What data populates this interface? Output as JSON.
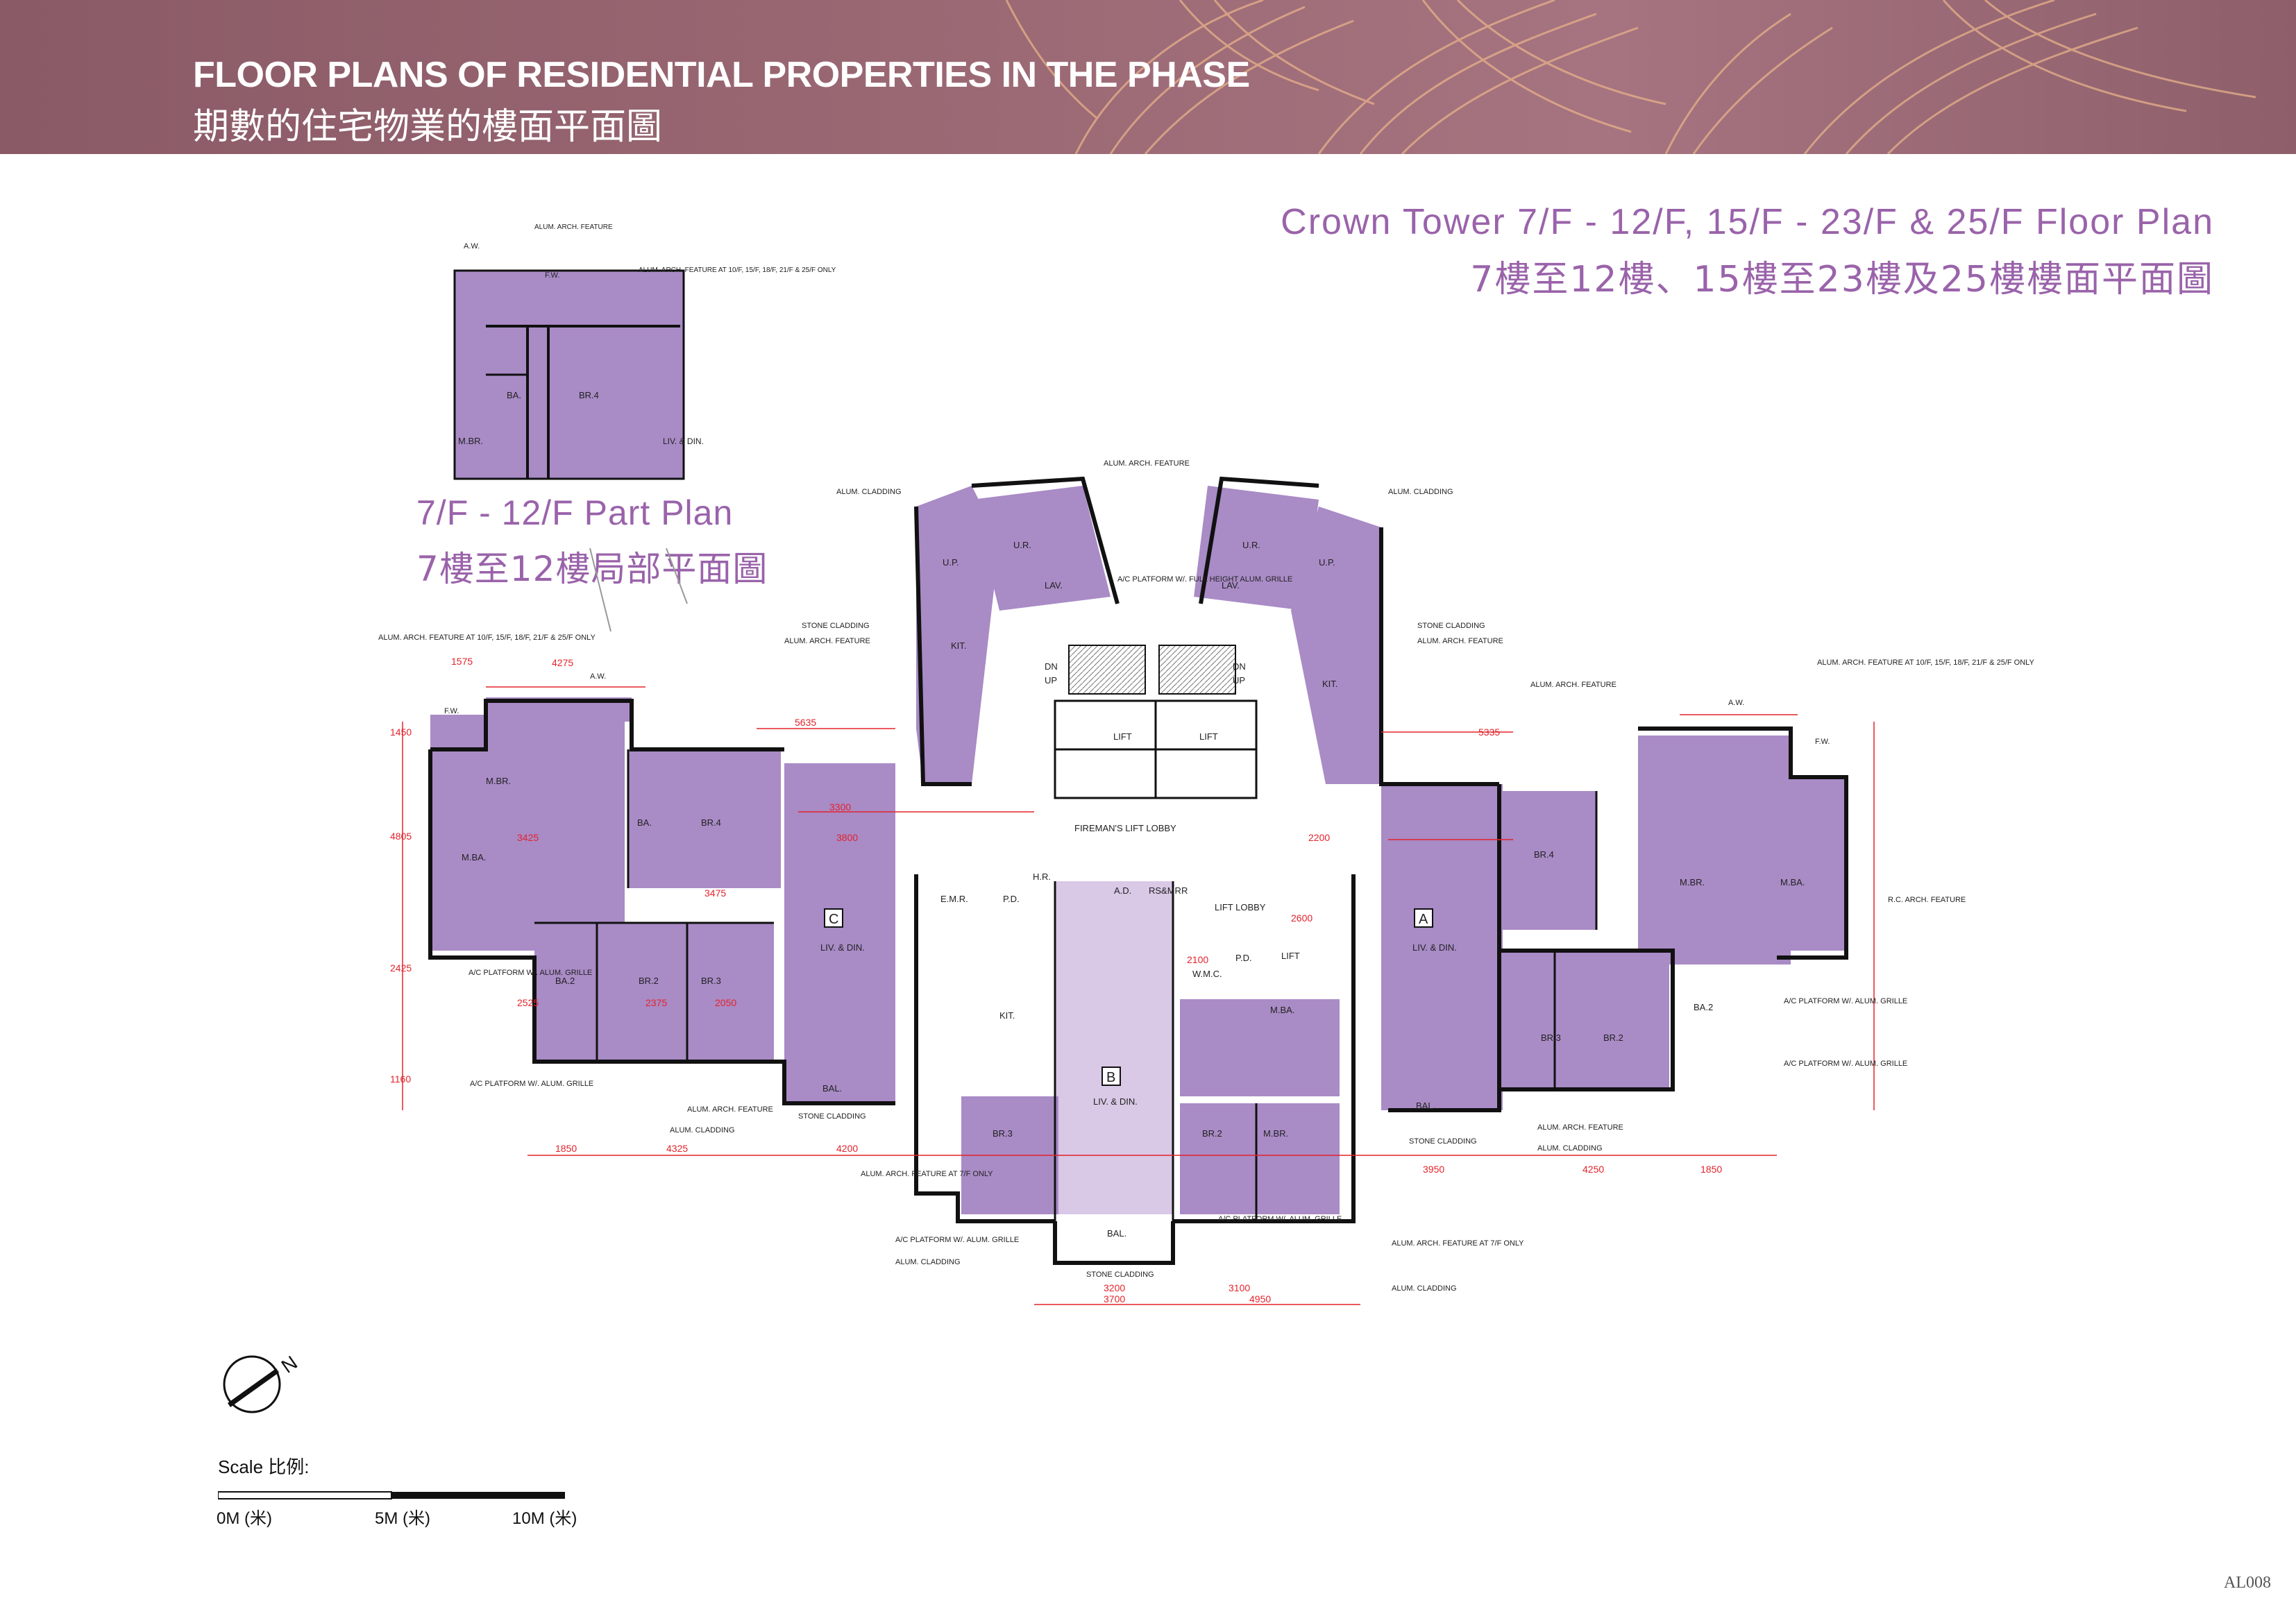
{
  "header": {
    "title_en": "FLOOR PLANS OF RESIDENTIAL PROPERTIES IN THE PHASE",
    "title_zh": "期數的住宅物業的樓面平面圖"
  },
  "plan_title": {
    "en": "Crown Tower  7/F - 12/F, 15/F - 23/F & 25/F Floor Plan",
    "zh": "7樓至12樓、15樓至23樓及25樓樓面平面圖"
  },
  "part_plan": {
    "en": "7/F - 12/F Part Plan",
    "zh": "7樓至12樓局部平面圖"
  },
  "units": [
    {
      "id": "unit-a",
      "label": "A"
    },
    {
      "id": "unit-b",
      "label": "B"
    },
    {
      "id": "unit-c",
      "label": "C"
    }
  ],
  "room_labels": {
    "mbr": "M.BR.",
    "mba": "M.BA.",
    "br2": "BR.2",
    "br3": "BR.3",
    "br4": "BR.4",
    "ba": "BA.",
    "ba2": "BA.2",
    "liv": "LIV. & DIN.",
    "bal": "BAL.",
    "kit": "KIT.",
    "lift": "LIFT",
    "lift_lobby": "LIFT LOBBY",
    "firemans_lobby": "FIREMAN'S LIFT LOBBY",
    "ur": "U.R.",
    "up": "U.P.",
    "lav": "LAV.",
    "emr": "E.M.R.",
    "pd": "P.D.",
    "ad": "A.D.",
    "rsmrr": "RS&MRR",
    "wmc": "W.M.C.",
    "hr": "H.R.",
    "dn": "DN",
    "upstair": "UP"
  },
  "annotations": {
    "alum_cladding": "ALUM. CLADDING",
    "alum_arch_feature": "ALUM. ARCH. FEATURE",
    "stone_cladding": "STONE CLADDING",
    "ac_platform": "A/C PLATFORM W/. ALUM. GRILLE",
    "fw": "F.W.",
    "aw": "A.W.",
    "rc_arch": "R.C. ARCH. FEATURE",
    "ac_full_height": "A/C PLATFORM W/. FULL HEIGHT ALUM. GRILLE",
    "alum_feature_floors": "ALUM. ARCH. FEATURE AT 10/F, 15/F, 18/F, 21/F & 25/F ONLY",
    "arch_feature_7f": "ALUM. ARCH. FEATURE AT 7/F ONLY",
    "stone_cladding_2": "STONE CLADDING"
  },
  "dimensions": {
    "top_row": [
      "1850",
      "4325",
      "4200",
      "3700",
      "4950",
      "3950",
      "4250",
      "1850"
    ],
    "left_col": [
      "1450",
      "4805",
      "2425",
      "1160"
    ],
    "sample": [
      "3300",
      "3800",
      "3425",
      "3475",
      "2050",
      "2375",
      "2525",
      "5335",
      "5635",
      "4275",
      "1575",
      "3200",
      "3100",
      "2200",
      "2600",
      "2100"
    ]
  },
  "scale": {
    "label": "Scale 比例:",
    "zero": "0M (米)",
    "five": "5M (米)",
    "ten": "10M (米)"
  },
  "north": "N",
  "page_number": "AL008",
  "colors": {
    "banner": "#9a6873",
    "room_fill": "#a98bc6",
    "room_fill_light": "#d9c8e6",
    "title": "#9a63aa",
    "dimension": "#e3232b",
    "wall": "#111111"
  }
}
